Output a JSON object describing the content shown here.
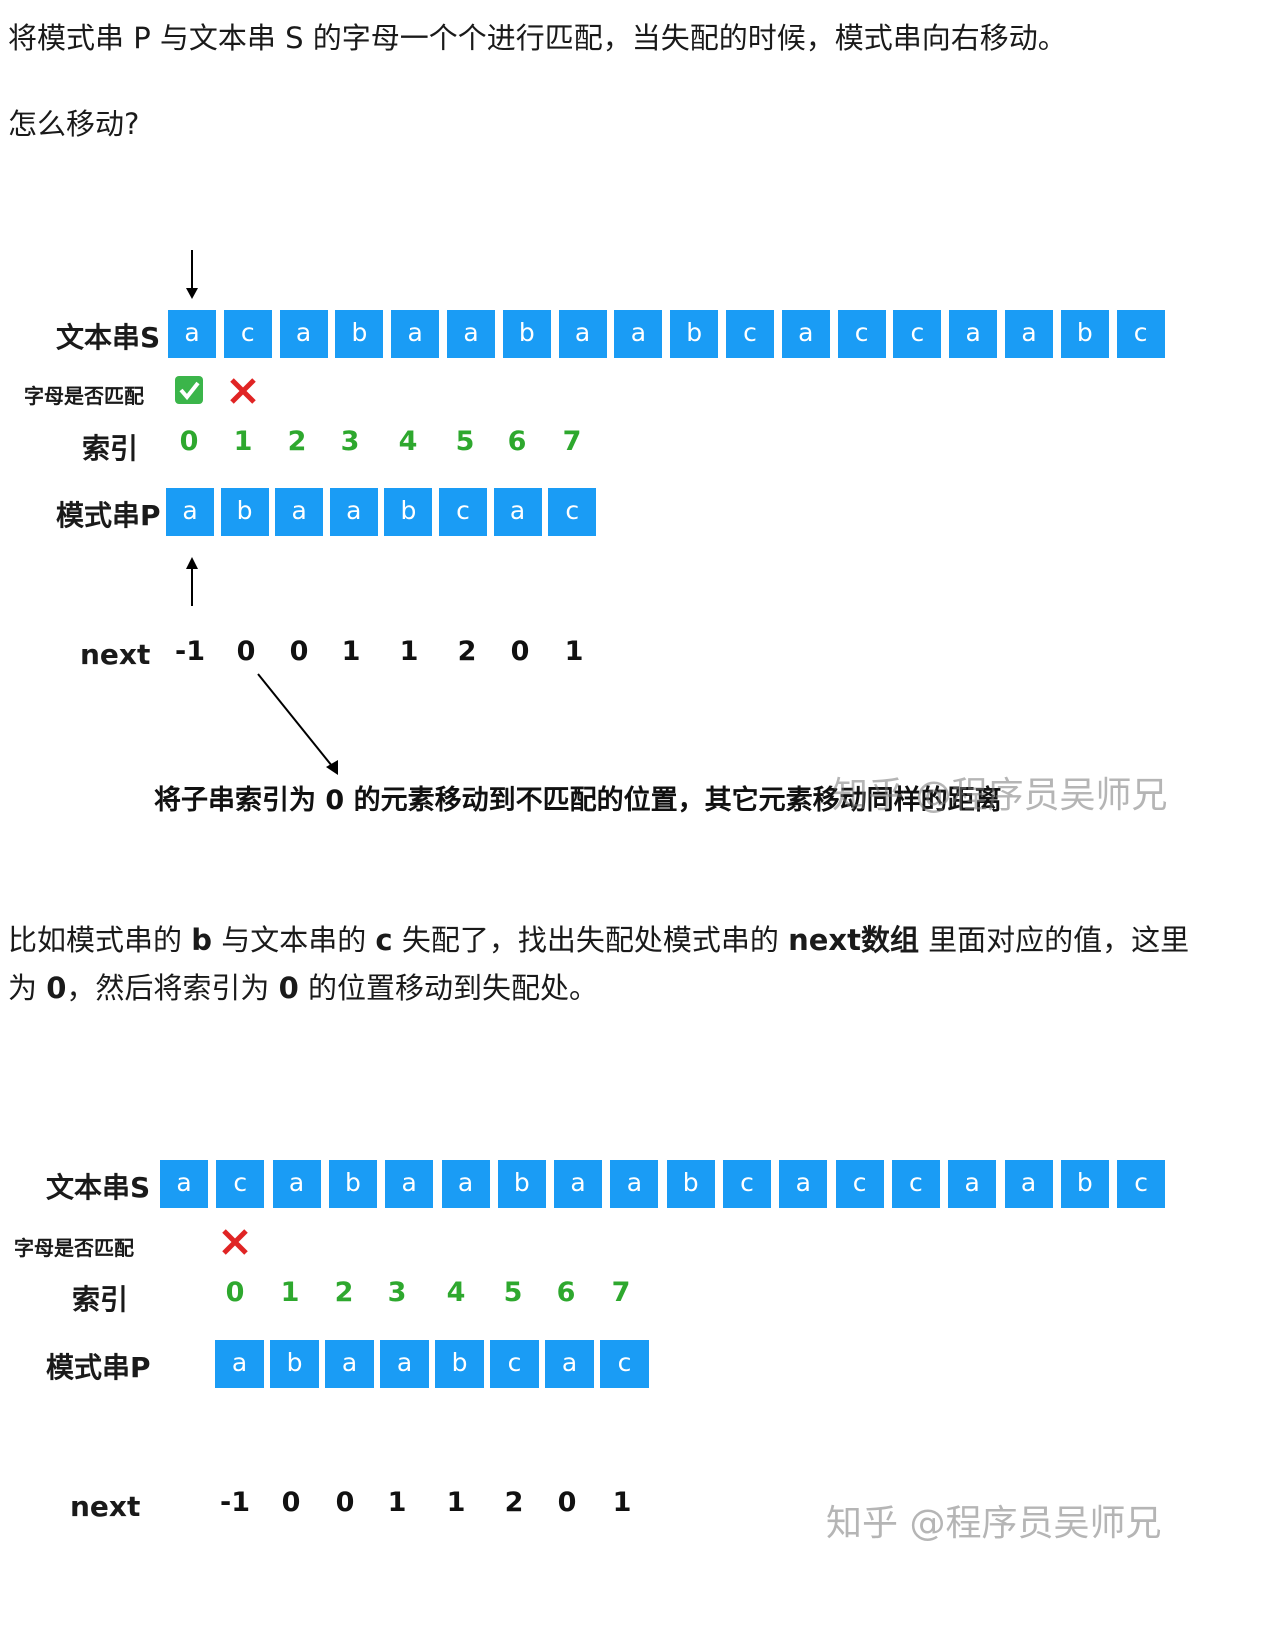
{
  "para1": "将模式串 P 与文本串 S 的字母一个个进行匹配，当失配的时候，模式串向右移动。",
  "para2": "怎么移动?",
  "para3": {
    "t1": "比如模式串的 ",
    "b1": "b",
    "t2": " 与文本串的 ",
    "b2": "c",
    "t3": " 失配了，找出失配处模式串的 ",
    "b3": "next数组",
    "t4": " 里面对应的值，这里",
    "t5": "为 ",
    "b4": "0",
    "t6": "，然后将索引为 ",
    "b5": "0",
    "t7": " 的位置移动到失配处。"
  },
  "labels": {
    "text_string": "文本串S",
    "match": "字母是否匹配",
    "index": "索引",
    "pattern": "模式串P",
    "next": "next"
  },
  "text_s": [
    "a",
    "c",
    "a",
    "b",
    "a",
    "a",
    "b",
    "a",
    "a",
    "b",
    "c",
    "a",
    "c",
    "c",
    "a",
    "a",
    "b",
    "c"
  ],
  "pattern_p": [
    "a",
    "b",
    "a",
    "a",
    "b",
    "c",
    "a",
    "c"
  ],
  "indices": [
    "0",
    "1",
    "2",
    "3",
    "4",
    "5",
    "6",
    "7"
  ],
  "next_values": [
    "-1",
    "0",
    "0",
    "1",
    "1",
    "2",
    "0",
    "1"
  ],
  "figure1": {
    "match_marks": [
      "check",
      "cross"
    ],
    "caption": "将子串索引为 0 的元素移动到不匹配的位置，其它元素移动同样的距离",
    "watermark": "知乎 @程序员吴师兄"
  },
  "figure2": {
    "match_marks": [
      "cross"
    ],
    "watermark": "知乎 @程序员吴师兄"
  },
  "colors": {
    "cell": "#1a9cf5",
    "index": "#2ea82e",
    "check": "#3bb54a",
    "cross": "#e02424"
  }
}
